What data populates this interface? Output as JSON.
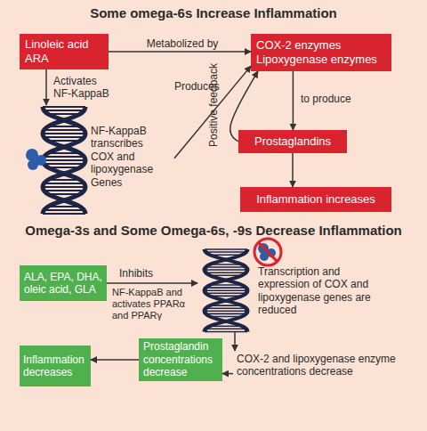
{
  "diagram": {
    "nodes": [
      {
        "text": [
          "Linoleic acid ARA"
        ]
      },
      {
        "text": [
          "COX-2 enzymes Lipoxygenase enzymes"
        ]
      },
      {
        "text": [
          "NF-KappaB transcribes COX and lipoxygenase Genes"
        ]
      },
      {
        "text": [
          "Prostaglandins"
        ]
      },
      {
        "text": [
          "Inflammation increases"
        ]
      },
      {
        "text": [
          "ALA, EPA, DHA, oleic acid, GLA"
        ]
      },
      {
        "text": [
          "Transcription and expression of COX and lipoxygenase genes are reduced"
        ]
      },
      {
        "text": [
          "COX-2 and lipoxygenase enzyme concentrations decrease"
        ]
      },
      {
        "text": [
          "Prostaglandin concentrations decrease"
        ]
      },
      {
        "text": [
          "Inflammation decreases"
        ]
      }
    ],
    "edges": [
      {
        "from": 0,
        "to": 1,
        "label": "Metabolized by",
        "arrow": "to"
      },
      {
        "from": 0,
        "to": 2,
        "label": "Activates NF-KappaB",
        "arrow": "to"
      },
      {
        "from": 2,
        "to": 1,
        "label": "Produces",
        "arrow": "to"
      },
      {
        "from": 1,
        "to": 3,
        "label": "to produce",
        "arrow": "to"
      },
      {
        "from": 3,
        "to": 1,
        "label": "Positive feedback",
        "arrow": "to"
      },
      {
        "from": 3,
        "to": 4,
        "arrow": "to"
      },
      {
        "from": 5,
        "to": 6,
        "label": "Inhibits",
        "arrow": "to"
      },
      {
        "from": 6,
        "to": 7,
        "arrow": "to"
      },
      {
        "from": 7,
        "to": 8,
        "arrow": "to"
      },
      {
        "from": 8,
        "to": 9,
        "arrow": "to"
      }
    ],
    "labels": [
      "Some omega-6s Increase Inflammation",
      "Omega-3s and Some Omega-6s, -9s Decrease Inflammation",
      "NF-KappaB and activates PPARα and PPARγ"
    ]
  }
}
